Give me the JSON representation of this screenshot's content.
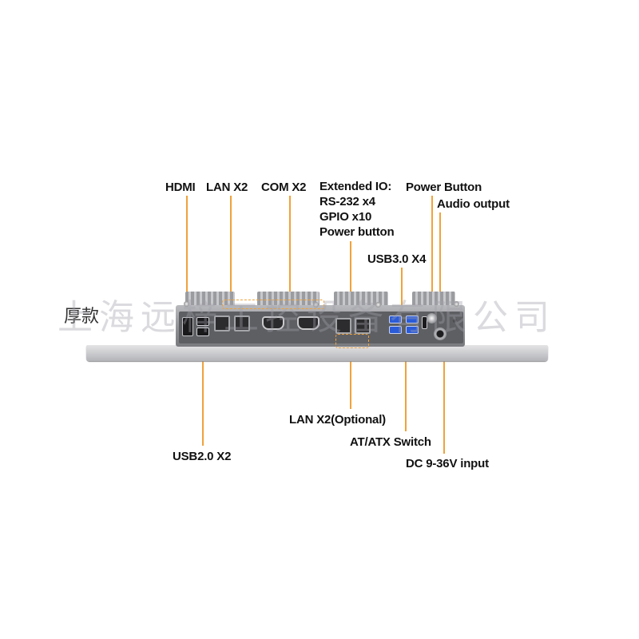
{
  "watermark": "上海远梓工控设备有限公司",
  "device_label": "厚款",
  "accent_color": "#f0a23a",
  "labels": {
    "hdmi": "HDMI",
    "lan_top": "LAN X2",
    "com": "COM X2",
    "extended_io": [
      "Extended IO:",
      "RS-232 x4",
      "GPIO x10",
      "Power button"
    ],
    "power_button": "Power Button",
    "audio_output": "Audio output",
    "usb3": "USB3.0 X4",
    "usb2": "USB2.0 X2",
    "lan_optional": "LAN X2(Optional)",
    "at_atx": "AT/ATX Switch",
    "dc_input": "DC 9-36V input"
  }
}
